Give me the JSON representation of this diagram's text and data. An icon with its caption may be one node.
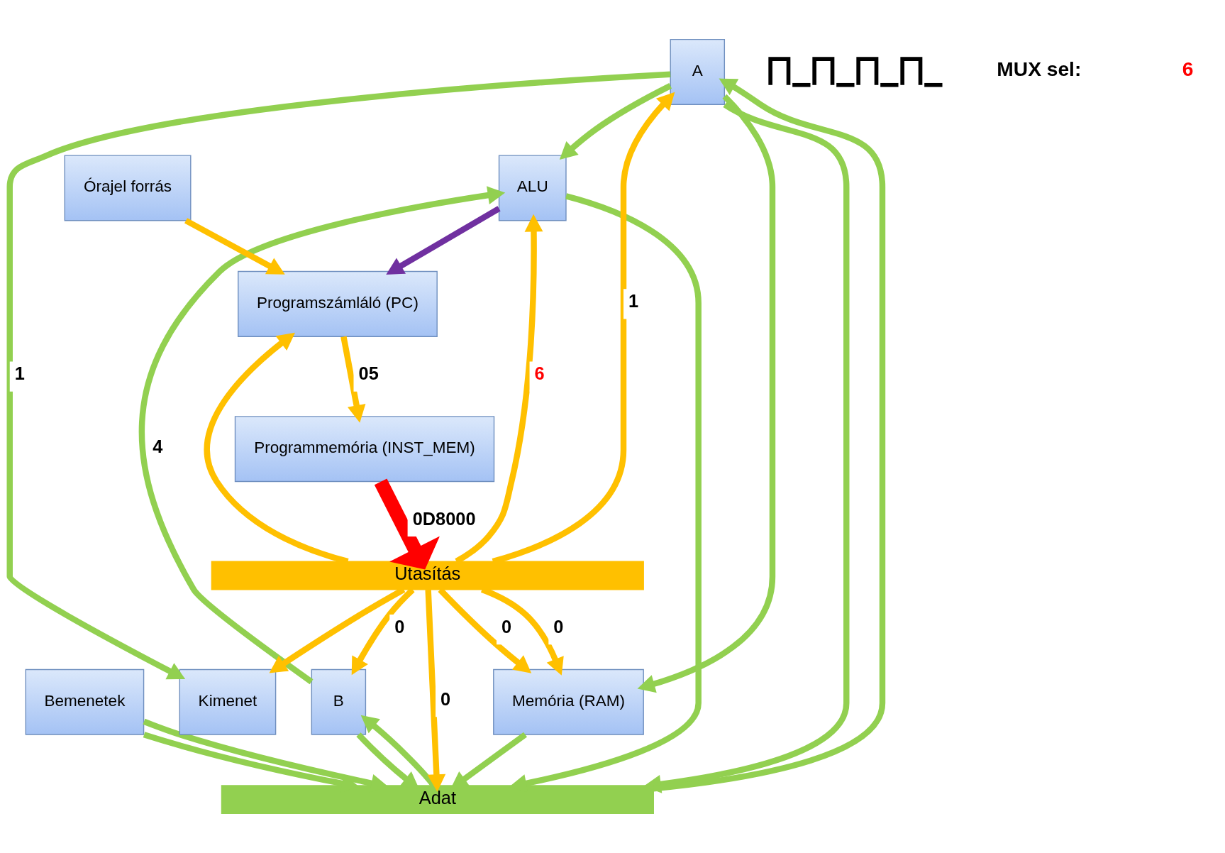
{
  "diagram": {
    "nodes": [
      {
        "text": [
          "Bemenetek"
        ]
      },
      {
        "text": [
          "A"
        ]
      },
      {
        "text": [
          "Kimenet"
        ]
      },
      {
        "text": [
          "B"
        ]
      },
      {
        "text": [
          "ALU"
        ]
      },
      {
        "text": [
          "Memória (RAM)"
        ]
      },
      {
        "text": [
          "Adat"
        ]
      },
      {
        "text": [
          "Utasítás"
        ]
      },
      {
        "text": [
          "Órajel forrás"
        ]
      },
      {
        "text": [
          "Programszámláló (PC)"
        ]
      },
      {
        "text": [
          "Programmemória (INST_MEM)"
        ]
      },
      {
        "text": [],
        "shape": "picture"
      }
    ],
    "edges": [
      {
        "from": 0,
        "to": 6,
        "arrow": "to"
      },
      {
        "from": 0,
        "to": 6,
        "arrow": "to"
      },
      {
        "from": 6,
        "to": 1,
        "arrow": "to"
      },
      {
        "from": 6,
        "to": 3,
        "arrow": "to"
      },
      {
        "from": 1,
        "to": 6,
        "arrow": "to"
      },
      {
        "from": 1,
        "to": 2,
        "arrow": "to",
        "label": "1"
      },
      {
        "from": 1,
        "to": 4,
        "arrow": "to"
      },
      {
        "from": 1,
        "to": 5,
        "arrow": "to"
      },
      {
        "from": 3,
        "to": 4,
        "arrow": "to",
        "label": "4"
      },
      {
        "from": 3,
        "to": 6,
        "arrow": "to"
      },
      {
        "from": 4,
        "to": 6,
        "arrow": "to"
      },
      {
        "from": 5,
        "to": 6,
        "arrow": "to"
      },
      {
        "from": 7,
        "to": 6,
        "arrow": "to",
        "label": "0",
        "color": "#ffc000"
      },
      {
        "from": 7,
        "to": 1,
        "arrow": "to",
        "label": "1",
        "color": "#ffc000"
      },
      {
        "from": 7,
        "to": 3,
        "arrow": "to",
        "label": "0",
        "color": "#ffc000"
      },
      {
        "from": 7,
        "to": 4,
        "arrow": "to",
        "label": "6",
        "color": "#ffc000"
      },
      {
        "from": 7,
        "to": 5,
        "arrow": "to",
        "label": "0",
        "color": "#ffc000"
      },
      {
        "from": 7,
        "to": 5,
        "arrow": "to",
        "label": "0",
        "color": "#ffc000"
      },
      {
        "from": 7,
        "to": 2,
        "arrow": "to",
        "color": "#ffc000"
      },
      {
        "from": 4,
        "to": 9,
        "arrow": "to",
        "color": "#7030a0"
      },
      {
        "from": 7,
        "to": 9,
        "arrow": "to",
        "color": "#ffc000"
      },
      {
        "from": 8,
        "to": 9,
        "arrow": "to",
        "color": "#ffc000"
      },
      {
        "from": 9,
        "to": 10,
        "arrow": "to",
        "label": "05",
        "color": "#ffc000"
      },
      {
        "from": 10,
        "to": 7,
        "arrow": "to",
        "label": "0D8000",
        "style": "thick",
        "color": "#ff0000"
      }
    ],
    "labels": [
      "MUX sel:",
      "6"
    ]
  }
}
